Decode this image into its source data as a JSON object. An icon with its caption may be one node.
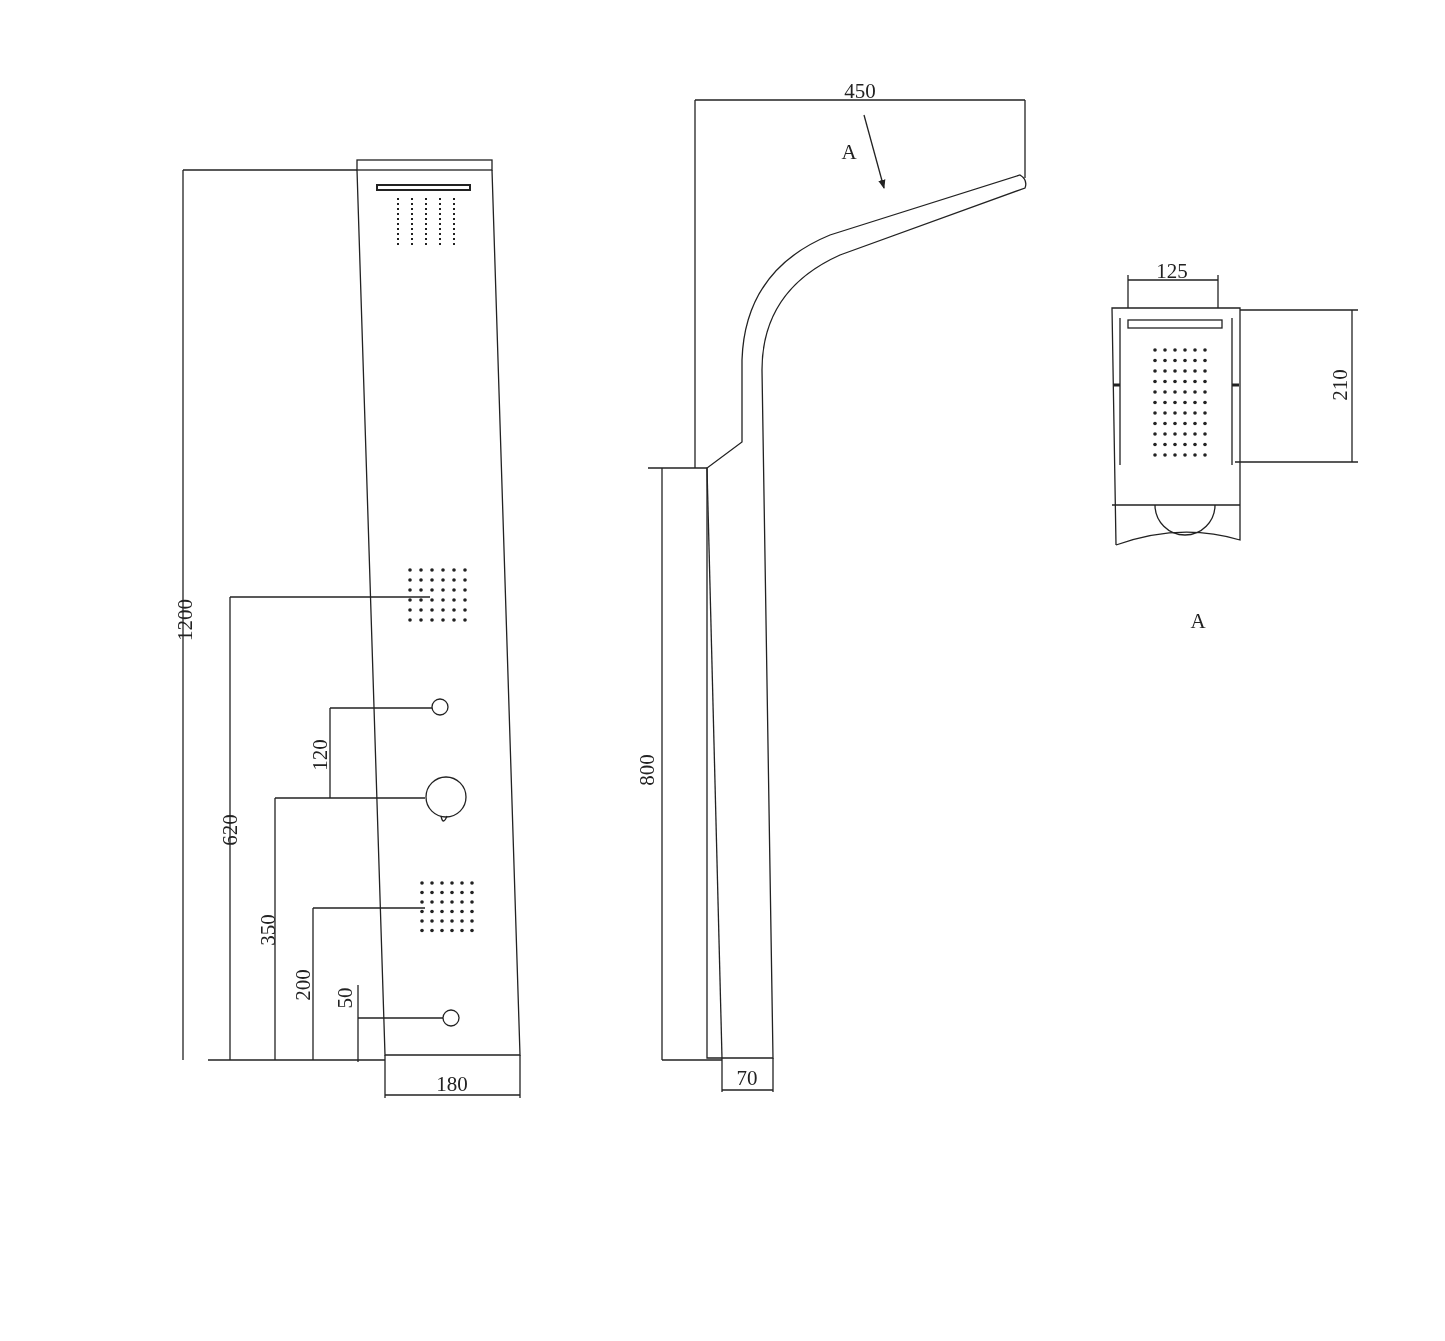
{
  "diagram": {
    "labels": [
      "450",
      "A",
      "125",
      "210",
      "1200",
      "A",
      "120",
      "800",
      "620",
      "350",
      "200",
      "50",
      "180",
      "70"
    ]
  }
}
